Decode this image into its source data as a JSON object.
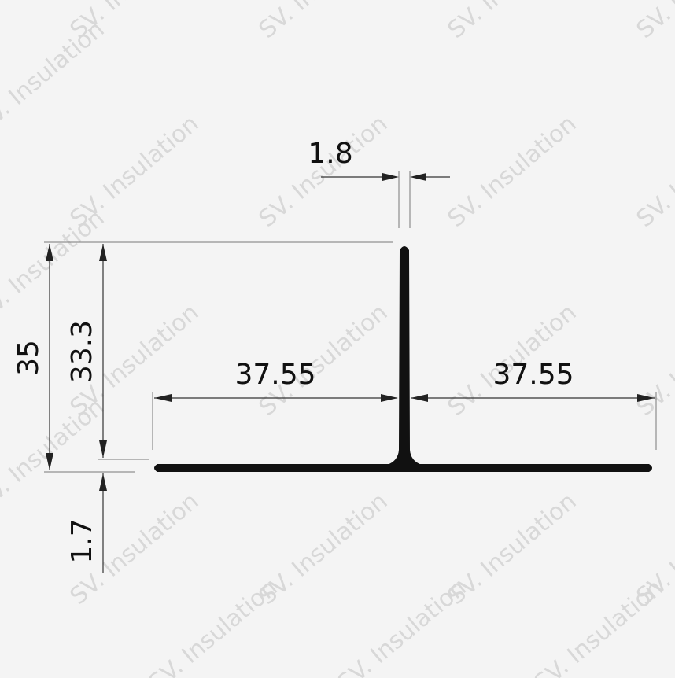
{
  "watermark": {
    "text": "SV. Insulation"
  },
  "dimensions": {
    "web_thickness": "1.8",
    "total_height": "35",
    "web_height": "33.3",
    "flange_thickness": "1.7",
    "left_flange_width": "37.55",
    "right_flange_width": "37.55"
  },
  "colors": {
    "background": "#f4f4f4",
    "profile": "#111111",
    "watermark": "#d8d8d8"
  }
}
